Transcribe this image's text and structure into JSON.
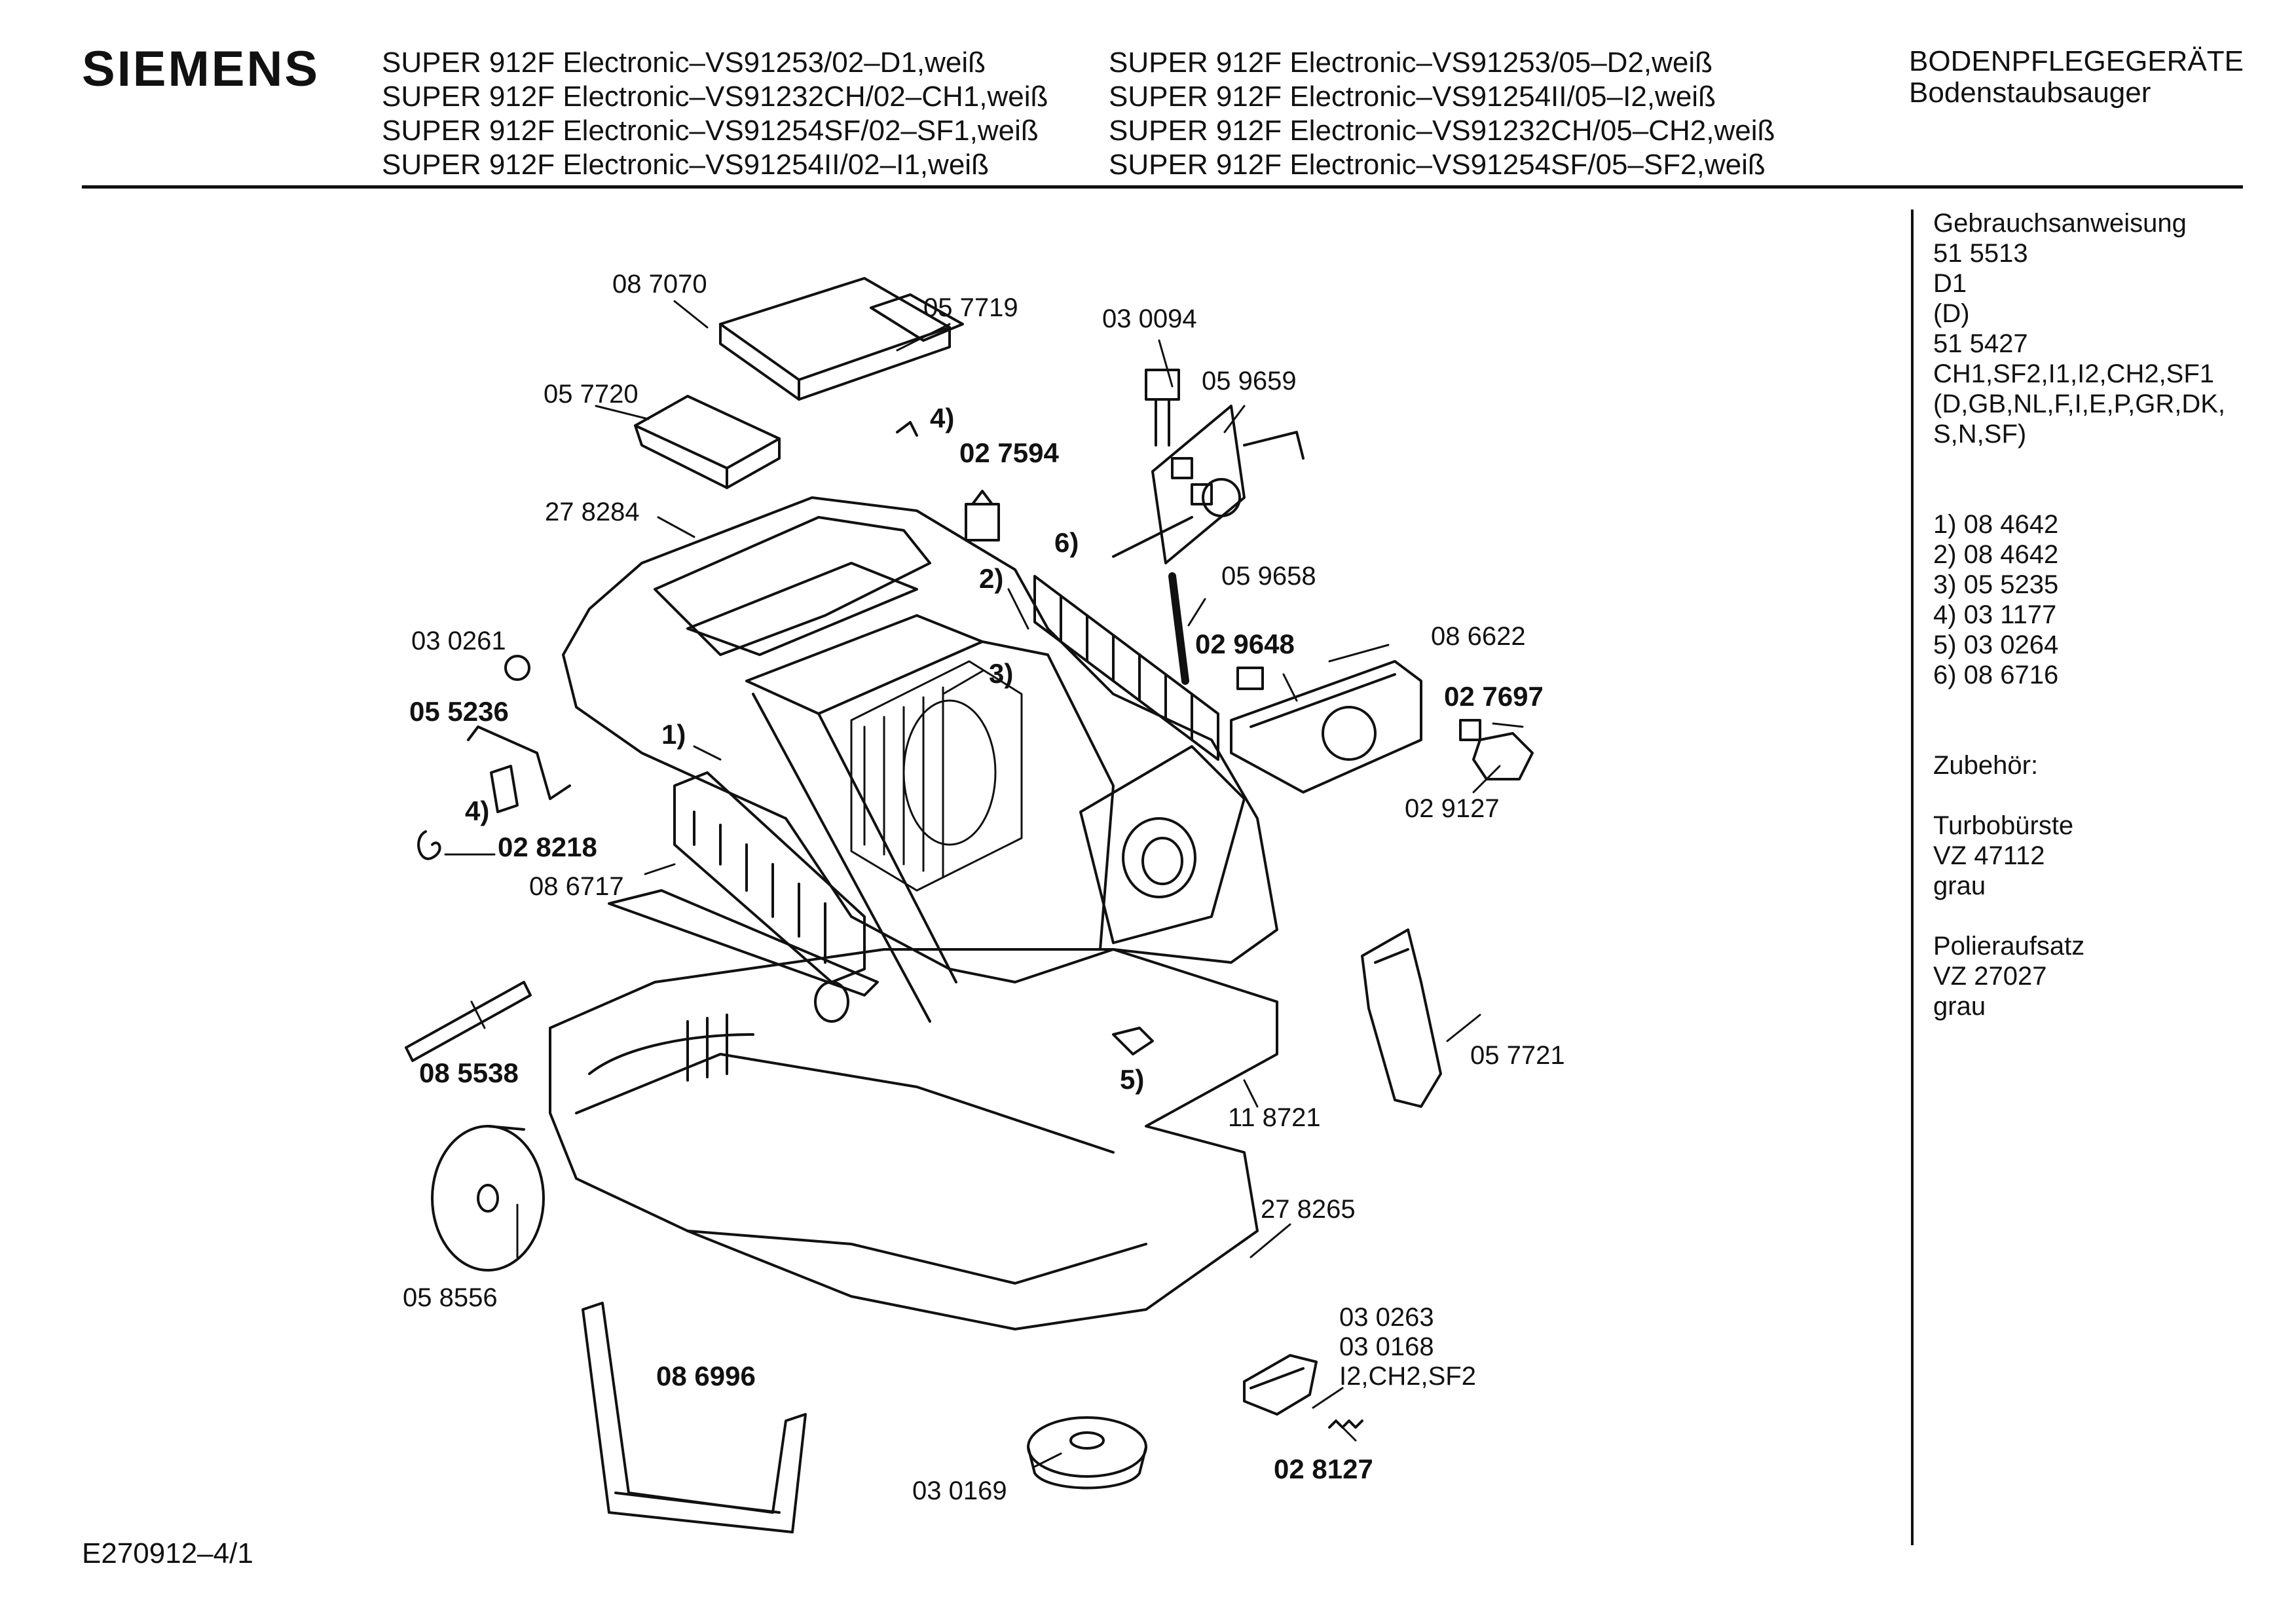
{
  "header": {
    "brand": "SIEMENS",
    "models_left": [
      "SUPER 912F Electronic–VS91253/02–D1,weiß",
      "SUPER 912F Electronic–VS91232CH/02–CH1,weiß",
      "SUPER 912F Electronic–VS91254SF/02–SF1,weiß",
      "SUPER 912F Electronic–VS91254II/02–I1,weiß"
    ],
    "models_right": [
      "SUPER 912F Electronic–VS91253/05–D2,weiß",
      "SUPER 912F Electronic–VS91254II/05–I2,weiß",
      "SUPER 912F Electronic–VS91232CH/05–CH2,weiß",
      "SUPER 912F Electronic–VS91254SF/05–SF2,weiß"
    ],
    "category": "BODENPFLEGEGERÄTE",
    "subcategory": "Bodenstaubsauger"
  },
  "sidebar": {
    "manual": [
      "Gebrauchsanweisung",
      "51 5513",
      "D1",
      "(D)",
      "51 5427",
      "CH1,SF2,I1,I2,CH2,SF1",
      "(D,GB,NL,F,I,E,P,GR,DK,",
      "S,N,SF)"
    ],
    "notes": [
      "1)  08 4642",
      "2)  08 4642",
      "3)  05 5235",
      "4)  03 1177",
      "5)  03 0264",
      "6)  08 6716"
    ],
    "accessories_title": "Zubehör:",
    "accessory1": [
      "Turbobürste",
      "VZ 47112",
      "grau"
    ],
    "accessory2": [
      "Polieraufsatz",
      "VZ 27027",
      "grau"
    ]
  },
  "parts": {
    "p087070": "08 7070",
    "p057719": "05 7719",
    "p057720": "05 7720",
    "p4a": "4)",
    "p027594": "02 7594",
    "p030094": "03 0094",
    "p059659": "05 9659",
    "p278284": "27 8284",
    "p6": "6)",
    "p2": "2)",
    "p059658": "05 9658",
    "p030261": "03 0261",
    "p029648": "02 9648",
    "p086622": "08 6622",
    "p3": "3)",
    "p055236": "05 5236",
    "p1": "1)",
    "p027697": "02 7697",
    "p4b": "4)",
    "p029127": "02 9127",
    "p028218": "02 8218",
    "p086717": "08 6717",
    "p085538": "08 5538",
    "p5": "5)",
    "p057721": "05 7721",
    "p118721": "11 8721",
    "p278265": "27 8265",
    "p058556": "05 8556",
    "p030263": "03 0263",
    "p030168": "03 0168",
    "pvar": "I2,CH2,SF2",
    "p086996": "08 6996",
    "p028127": "02 8127",
    "p030169": "03 0169"
  },
  "footer": {
    "code": "E270912–4/1"
  }
}
